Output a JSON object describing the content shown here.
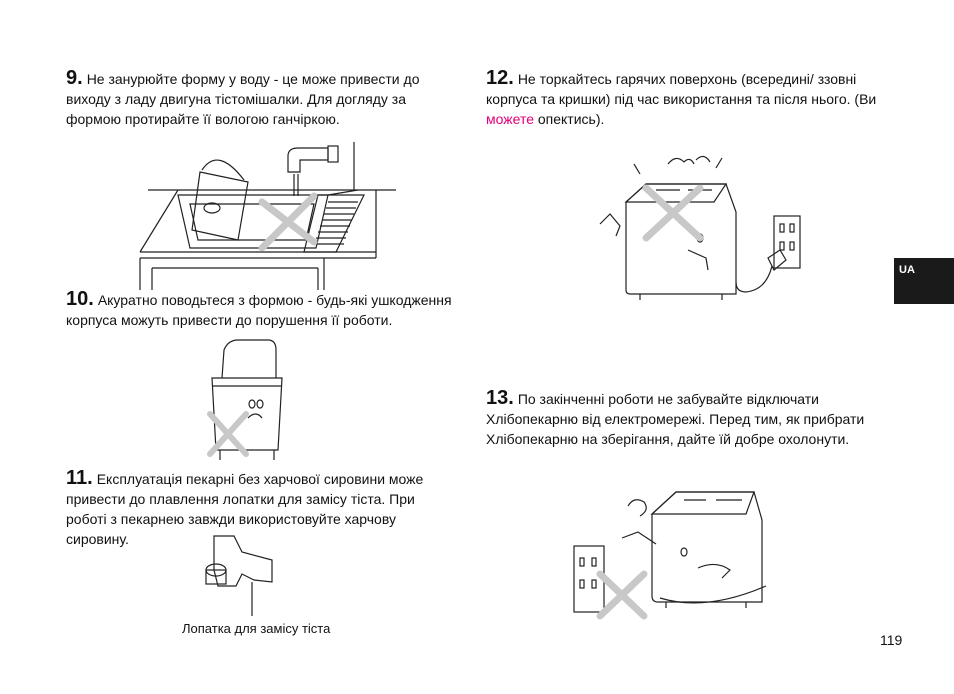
{
  "items": [
    {
      "number": "9.",
      "text": "Не занурюйте форму у воду - це може привести до виходу з ладу двигуна тістомішалки. Для догляду за формою протирайте її вологою ганчіркою."
    },
    {
      "number": "10.",
      "text": "Акуратно поводьтеся з формою - будь-які ушкодження корпуса можуть привести до порушення її роботи."
    },
    {
      "number": "11.",
      "text": "Експлуатація пекарні без харчової сировини може привести до плавлення лопатки для замісу тіста. При роботі з пекарнею завжди використовуйте харчову сировину."
    },
    {
      "number": "12.",
      "text_before": "Не торкайтесь гарячих поверхонь (всередині/ ззовні корпуса та кришки) під час використання та після нього. (Ви ",
      "highlight": "можете",
      "text_after": " опектись)."
    },
    {
      "number": "13.",
      "text": "По закінченні роботи не забувайте відключати Хлібопекарню від електромережі. Перед тим, як прибрати Хлібопекарню на зберігання, дайте їй добре охолонути."
    }
  ],
  "caption_paddle": "Лопатка для замісу тіста",
  "language_tab": "UA",
  "page_number": "119",
  "colors": {
    "highlight": "#e0007a",
    "tab": "#1a1a1a",
    "cross": "#c8c8c8"
  }
}
